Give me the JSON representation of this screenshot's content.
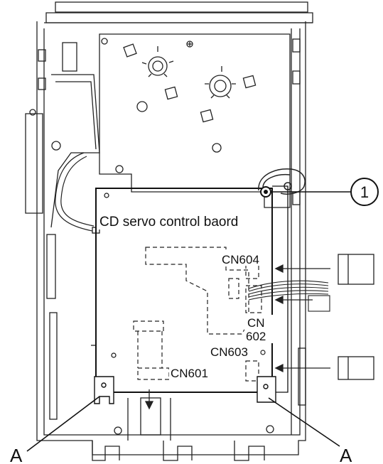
{
  "labels": {
    "board": "CD servo control baord",
    "cn604": "CN604",
    "cn602_line1": "CN",
    "cn602_line2": "602",
    "cn603": "CN603",
    "cn601": "CN601",
    "callout": "1",
    "a_left": "A",
    "a_right": "A"
  }
}
